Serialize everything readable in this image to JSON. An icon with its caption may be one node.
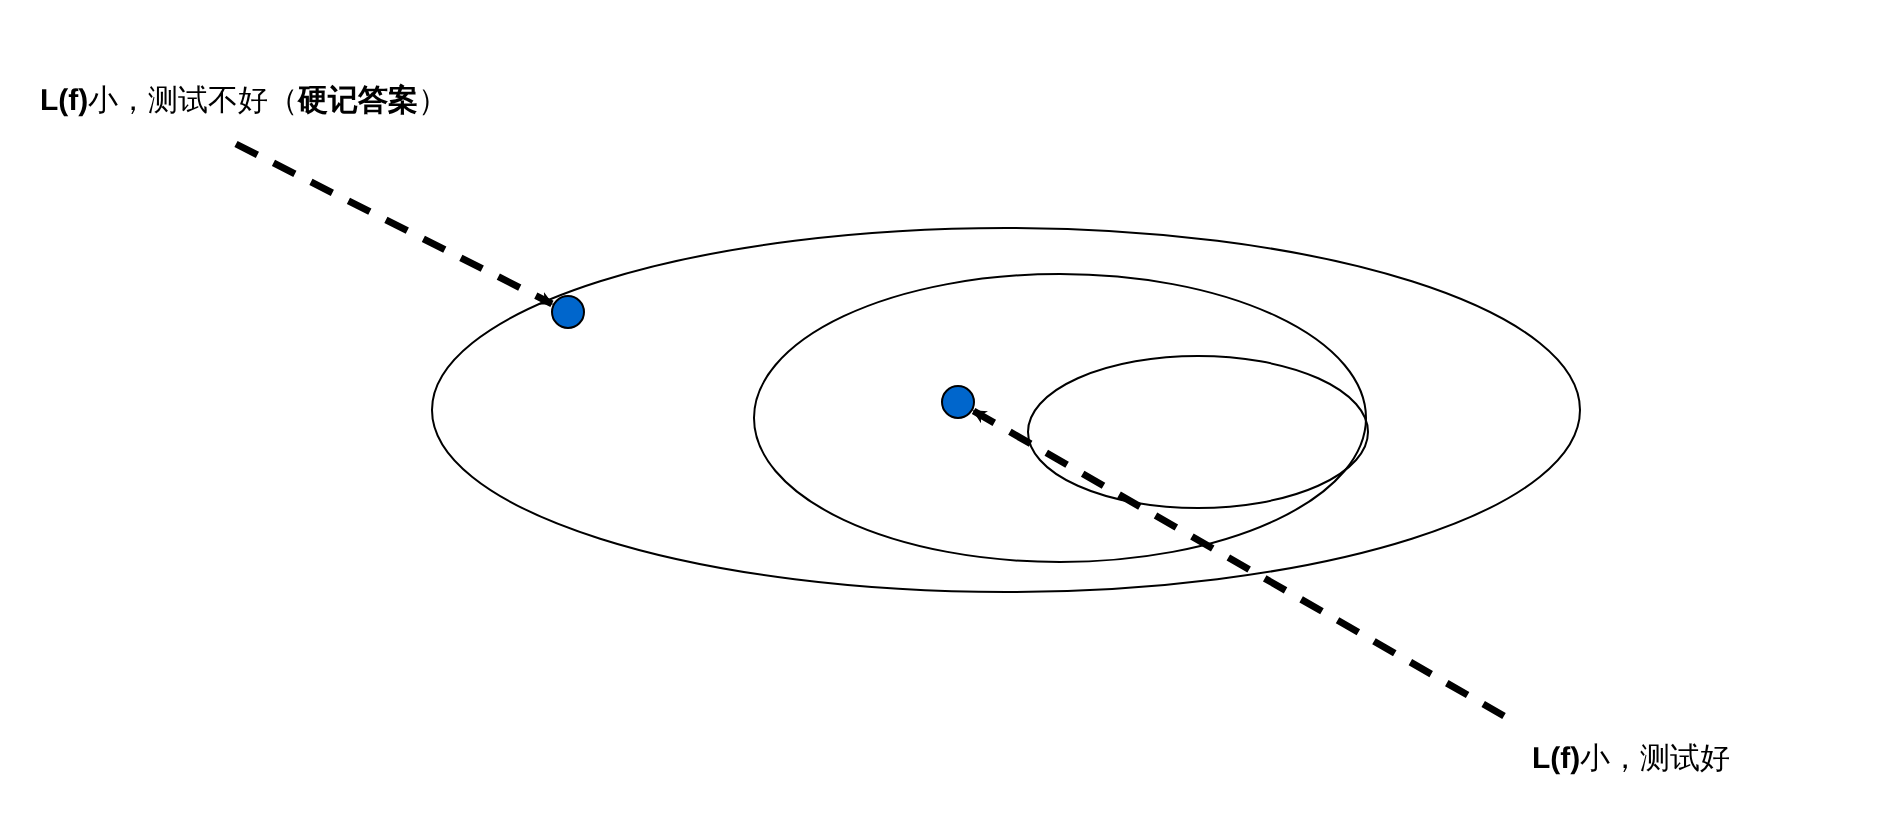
{
  "diagram": {
    "nodes": [
      {
        "text": [
          "**L(f)**小，测试不好（**硬记答案**）"
        ]
      },
      {
        "text": [],
        "shape": "circle"
      },
      {
        "text": [],
        "shape": "circle"
      },
      {
        "text": [
          "**L(f)**小，测试好"
        ]
      }
    ],
    "edges": [
      {
        "from": 0,
        "to": 1,
        "arrow": "to",
        "style": "dashed"
      },
      {
        "from": 3,
        "to": 2,
        "arrow": "to",
        "style": "dashed"
      }
    ]
  }
}
